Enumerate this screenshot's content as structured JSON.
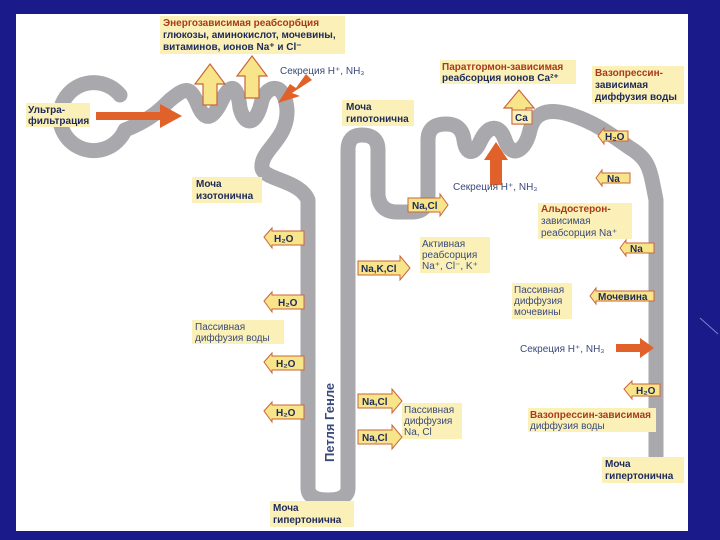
{
  "colors": {
    "background": "#1a1a8a",
    "panel": "#ffffff",
    "tubule": "#a9a9ad",
    "highlight": "#fbf1b8",
    "arrow_fill": "#f8e58a",
    "arrow_stroke": "#c9653a",
    "orange_arrow": "#e0622a",
    "text": "#3a4a7a"
  },
  "top_label": {
    "lines": [
      "Энергозависимая реабсорбция",
      "глюкозы, аминокислот, мочевины,",
      "витаминов, ионов Na⁺ и Cl⁻"
    ]
  },
  "ultrafiltration": {
    "lines": [
      "Ультра-",
      "фильтрация"
    ]
  },
  "secretion_top": "Секреция H⁺, NH₃",
  "urine_hypotonic": {
    "lines": [
      "Моча",
      "гипотонична"
    ]
  },
  "parathormone": {
    "lines": [
      "Паратгормон-зависимая",
      "реабсорция ионов Ca²⁺"
    ]
  },
  "ca_box": "Ca",
  "vasopressin_top": {
    "lines": [
      "Вазопрессин-",
      "зависимая",
      "диффузия воды"
    ]
  },
  "h2o_top_right": "H₂O",
  "secretion_mid": "Секреция H⁺, NH₃",
  "na_box_1": "Na",
  "urine_isotonic": {
    "lines": [
      "Моча",
      "изотонична"
    ]
  },
  "nacl_box_top": "Na,Cl",
  "aldosterone": {
    "lines": [
      "Альдостерон-",
      "зависимая",
      "реабсорция Na⁺"
    ]
  },
  "h2o_left_1": "H₂O",
  "active_reabsorption": {
    "lines": [
      "Активная",
      "реабсорция",
      "Na⁺, Cl⁻, K⁺"
    ]
  },
  "na_box_2": "Na",
  "nakcl_box": "Na,K,Cl",
  "passive_urea": {
    "lines": [
      "Пассивная",
      "диффузия",
      "мочевины"
    ]
  },
  "urea_box": "Мочевина",
  "h2o_left_2": "H₂O",
  "passive_water": {
    "lines": [
      "Пассивная",
      "диффузия воды"
    ]
  },
  "secretion_bottom": "Секреция H⁺, NH₃",
  "h2o_left_3": "H₂O",
  "henle_label": "Петля Генле",
  "nacl_box_1": "Na,Cl",
  "passive_nacl": {
    "lines": [
      "Пассивная",
      "диффузия",
      "Na, Cl"
    ]
  },
  "h2o_right_bottom": "H₂O",
  "h2o_left_4": "H₂O",
  "vasopressin_bottom": {
    "lines": [
      "Вазопрессин-зависимая",
      "диффузия воды"
    ]
  },
  "nacl_box_2": "Na,Cl",
  "urine_hypertonic_right": {
    "lines": [
      "Моча",
      "гипертонична"
    ]
  },
  "urine_hypertonic_bottom": {
    "lines": [
      "Моча",
      "гипертонична"
    ]
  }
}
